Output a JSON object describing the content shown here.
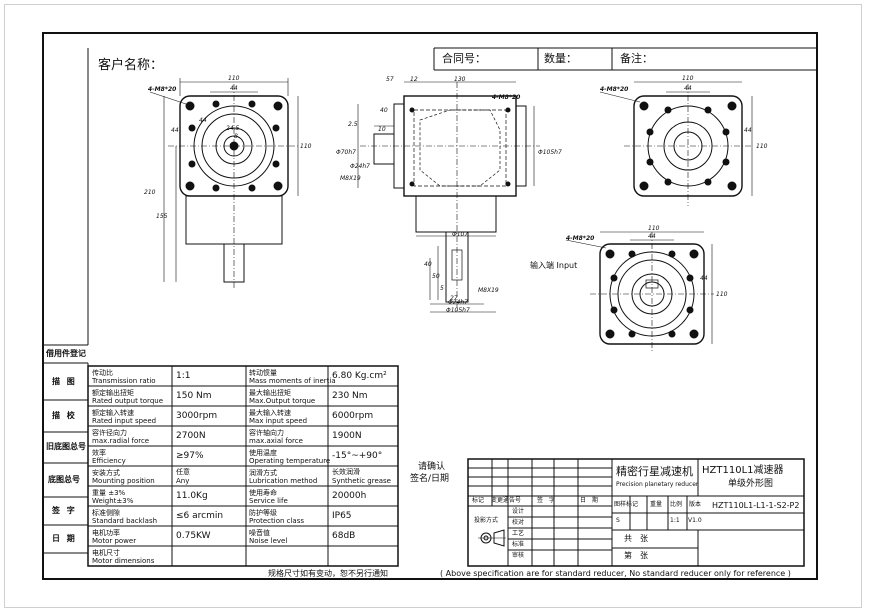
{
  "header": {
    "customer_label": "客户名称：",
    "contract_label": "合同号：",
    "quantity_label": "数量：",
    "remark_label": "备注："
  },
  "side_labels": [
    "借用件登记",
    "描 图",
    "描 校",
    "旧底图总号",
    "底图总号",
    "签 字",
    "日 期"
  ],
  "dims": {
    "front_width": "110",
    "front_holes": "4-M8*20",
    "front_44a": "44",
    "front_44b": "44",
    "front_44c": "44",
    "front_24": "24.5",
    "front_8": "8",
    "front_110v": "110",
    "front_210": "210",
    "front_155": "155",
    "side_57": "57",
    "side_12": "12",
    "side_130": "130",
    "side_40": "40",
    "side_25": "2.5",
    "side_10": "10",
    "side_holes": "4-M8*20",
    "side_od1": "Φ70h7",
    "side_od2": "Φ24h7",
    "side_m8": "M8X19",
    "side_od3": "Φ105h7",
    "shaft_od": "Φ107",
    "shaft_40": "40",
    "shaft_50": "50",
    "shaft_5": "5",
    "shaft_m8": "M8X19",
    "shaft_27": "27",
    "shaft_od2": "Φ24h7",
    "shaft_od3": "Φ105h7",
    "right_width": "110",
    "right_holes": "4-M8*20",
    "right_44a": "44",
    "right_44b": "44",
    "right_110v": "110",
    "input_width": "110",
    "input_holes": "4-M8*20",
    "input_44a": "44",
    "input_44b": "44",
    "input_110v": "110"
  },
  "input_label": "输入端 Input",
  "spec_rows": [
    {
      "l_cn": "传动比",
      "l_en": "Transmission ratio",
      "l_val": "1:1",
      "r_cn": "转动惯量",
      "r_en": "Mass moments of inertia",
      "r_val": "6.80 Kg.cm²"
    },
    {
      "l_cn": "额定输出扭矩",
      "l_en": "Rated output torque",
      "l_val": "150 Nm",
      "r_cn": "最大输出扭矩",
      "r_en": "Max.Output torque",
      "r_val": "230 Nm"
    },
    {
      "l_cn": "额定输入转速",
      "l_en": "Rated input speed",
      "l_val": "3000rpm",
      "r_cn": "最大输入转速",
      "r_en": "Max input speed",
      "r_val": "6000rpm"
    },
    {
      "l_cn": "容许径向力",
      "l_en": "max.radial force",
      "l_val": "2700N",
      "r_cn": "容许轴向力",
      "r_en": "max.axial  force",
      "r_val": "1900N"
    },
    {
      "l_cn": "效率",
      "l_en": "Efficiency",
      "l_val": "≥97%",
      "r_cn": "使用温度",
      "r_en": "Operating temperature",
      "r_val": "-15°~+90°"
    },
    {
      "l_cn": "安装方式",
      "l_en": "Mounting position",
      "l_val": "任意\nAny",
      "r_cn": "润滑方式",
      "r_en": "Lubrication method",
      "r_val": "长效润滑\nSynthetic grease"
    },
    {
      "l_cn": "重量 ±3%",
      "l_en": "Weight±3%",
      "l_val": "11.0Kg",
      "r_cn": "使用寿命",
      "r_en": "Service life",
      "r_val": "20000h"
    },
    {
      "l_cn": "标准侧隙",
      "l_en": "Standard backlash",
      "l_val": "≤6 arcmin",
      "r_cn": "防护等级",
      "r_en": "Protection class",
      "r_val": "IP65"
    },
    {
      "l_cn": "电机功率",
      "l_en": "Motor power",
      "l_val": "0.75KW",
      "r_cn": "噪音值",
      "r_en": "Noise level",
      "r_val": "68dB"
    },
    {
      "l_cn": "电机尺寸",
      "l_en": "Motor dimensions",
      "l_val": "",
      "r_cn": "",
      "r_en": "",
      "r_val": ""
    }
  ],
  "confirm": {
    "line1": "请确认",
    "line2": "签名/日期"
  },
  "title_block": {
    "product_cn": "精密行星减速机",
    "product_en": "Precision planetary reducer",
    "model_title": "HZT110L1减速器",
    "model_sub": "单级外形图",
    "drawing_no": "HZT110L1-L1-1-S2-P2",
    "mark": "标记",
    "change_doc": "变更通告号",
    "sign": "签　字",
    "date": "日　期",
    "design": "设计",
    "check": "校对",
    "process": "工艺",
    "standard": "标准",
    "approve": "审核",
    "projection": "投影方式",
    "drawing_mark": "图样标记",
    "weight": "重量",
    "scale": "比例",
    "version": "版本",
    "s_mark": "S",
    "scale_val": "1:1",
    "version_val": "V1.0",
    "total": "共　张",
    "sheet": "第　张"
  },
  "footer": {
    "cn": "规格尺寸如有变动，恕不另行通知",
    "en": "( Above specification are for standard reducer, No standard reducer only for reference )"
  }
}
